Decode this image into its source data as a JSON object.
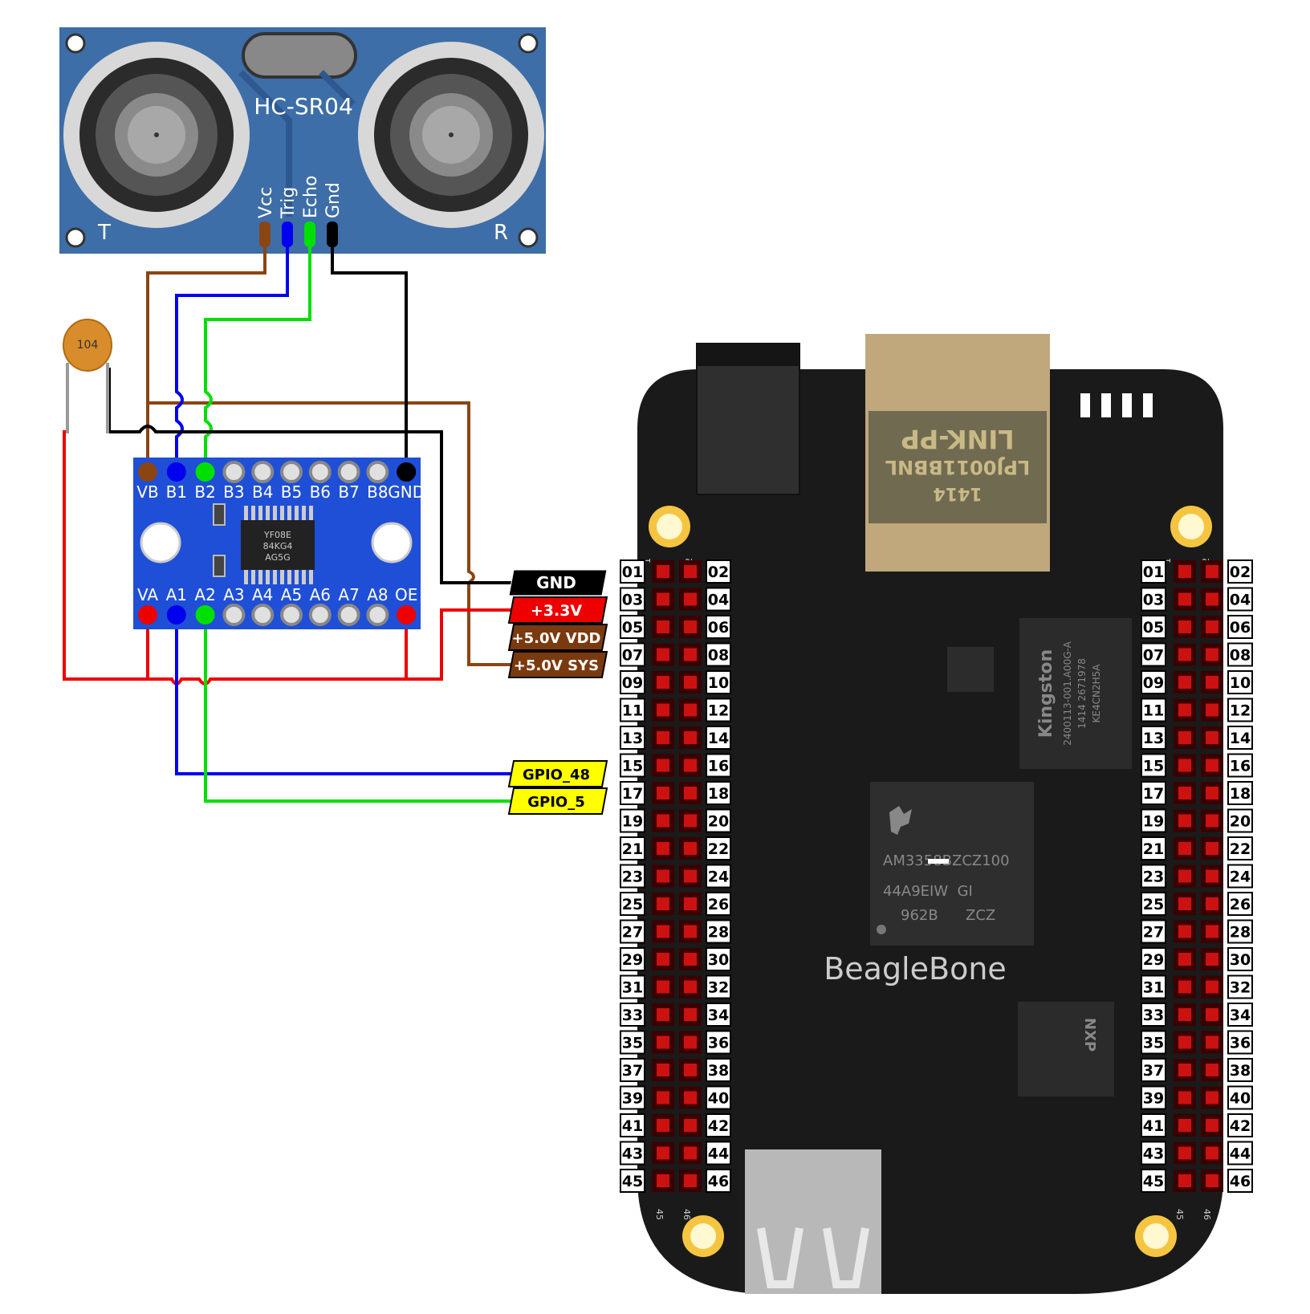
{
  "sensor": {
    "title": "HC-SR04",
    "pins": [
      "Vcc",
      "Trig",
      "Echo",
      "Gnd"
    ],
    "left_letter": "T",
    "right_letter": "R"
  },
  "capacitor": {
    "label": "104"
  },
  "shifter": {
    "top_pins": [
      "VB",
      "B1",
      "B2",
      "B3",
      "B4",
      "B5",
      "B6",
      "B7",
      "B8",
      "GND"
    ],
    "bottom_pins": [
      "VA",
      "A1",
      "A2",
      "A3",
      "A4",
      "A5",
      "A6",
      "A7",
      "A8",
      "OE"
    ],
    "chip_lines": [
      "YF08E",
      "84KG4",
      "AG5G"
    ]
  },
  "power_labels": [
    "GND",
    "+3.3V",
    "+5.0V VDD",
    "+5.0V SYS"
  ],
  "gpio_labels": [
    "GPIO_48",
    "GPIO_5"
  ],
  "board": {
    "name": "BeagleBone",
    "soc_lines": [
      "AM3358BZCZ100",
      "44A9EIW  GI",
      "962B      ZCZ"
    ],
    "ram_lines": [
      "Kingston",
      "2400113-001.A00G-A",
      "1414  2671978",
      "KE4CN2H5A"
    ],
    "jack_lines": [
      "LINK-PP",
      "LPJ0011BBNL",
      "1414"
    ],
    "pmic_lines": [
      "NXP"
    ],
    "header_row_col1": "1",
    "header_row_col2": "2",
    "header_end_col1": "45",
    "header_end_col2": "46"
  },
  "header_numbers": {
    "left_col": [
      "01",
      "03",
      "05",
      "07",
      "09",
      "11",
      "13",
      "15",
      "17",
      "19",
      "21",
      "23",
      "25",
      "27",
      "29",
      "31",
      "33",
      "35",
      "37",
      "39",
      "41",
      "43",
      "45"
    ],
    "right_col": [
      "02",
      "04",
      "06",
      "08",
      "10",
      "12",
      "14",
      "16",
      "18",
      "20",
      "22",
      "24",
      "26",
      "28",
      "30",
      "32",
      "34",
      "36",
      "38",
      "40",
      "42",
      "44",
      "46"
    ]
  },
  "colors": {
    "vcc_wire": "#8B4513",
    "trig_wire": "#0000EE",
    "echo_wire": "#00E000",
    "gnd_wire": "#000000",
    "v33_wire": "#EE0000",
    "sensor_pcb": "#3d6ea8",
    "shifter_pcb": "#1f4fd6",
    "board_pcb": "#1a1a1a",
    "gpio_label_bg": "#ffff00",
    "gnd_label_bg": "#000000",
    "v33_label_bg": "#ee0000",
    "v5_label_bg": "#7a3a10"
  }
}
